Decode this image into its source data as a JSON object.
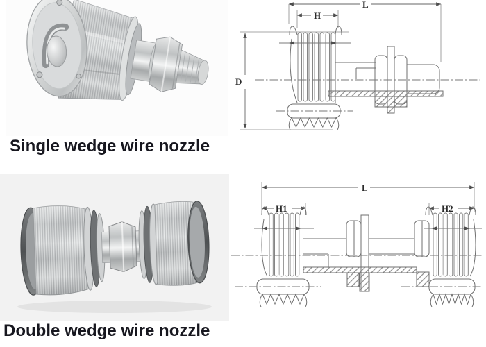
{
  "captions": {
    "single": "Single wedge wire nozzle",
    "double": "Double wedge wire nozzle"
  },
  "drawings": {
    "single": {
      "dim_length": "L",
      "dim_screen_width": "H",
      "dim_diameter": "D"
    },
    "double": {
      "dim_length": "L",
      "dim_left_screen": "H1",
      "dim_right_screen": "H2"
    }
  },
  "colors": {
    "page_background": "#ffffff",
    "caption_text": "#17171f",
    "drawing_line": "#6f6f6f",
    "photo_background_single": "#fcfcfc",
    "photo_background_double": "#f2f2f2",
    "metal_highlight": "#f2f3f3",
    "metal_shadow": "#8e9192"
  }
}
